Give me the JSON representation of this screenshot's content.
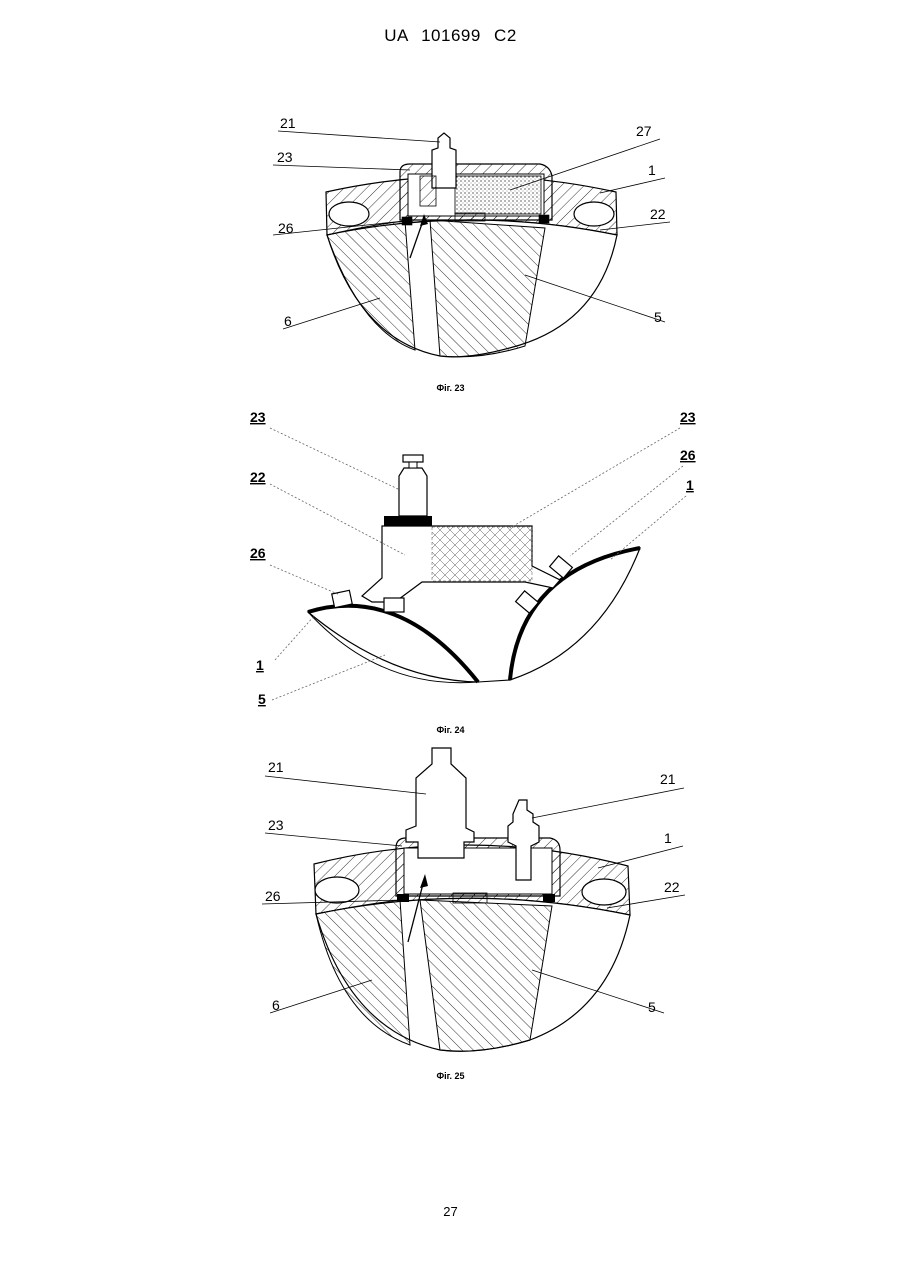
{
  "header": {
    "text": "UA   101699   C2"
  },
  "page_number": "27",
  "figures": [
    {
      "caption": "Фіг. 23",
      "labels": {
        "l21": "21",
        "l23": "23",
        "l26": "26",
        "l6": "6",
        "l27": "27",
        "l1": "1",
        "l22": "22",
        "l5": "5"
      }
    },
    {
      "caption": "Фіг. 24",
      "labels": {
        "l23a": "23",
        "l22": "22",
        "l26a": "26",
        "l1a": "1",
        "l5": "5",
        "l23b": "23",
        "l26b": "26",
        "l1b": "1"
      }
    },
    {
      "caption": "Фіг. 25",
      "labels": {
        "l21a": "21",
        "l23": "23",
        "l26": "26",
        "l6": "6",
        "l21b": "21",
        "l1": "1",
        "l22": "22",
        "l5": "5"
      }
    }
  ]
}
